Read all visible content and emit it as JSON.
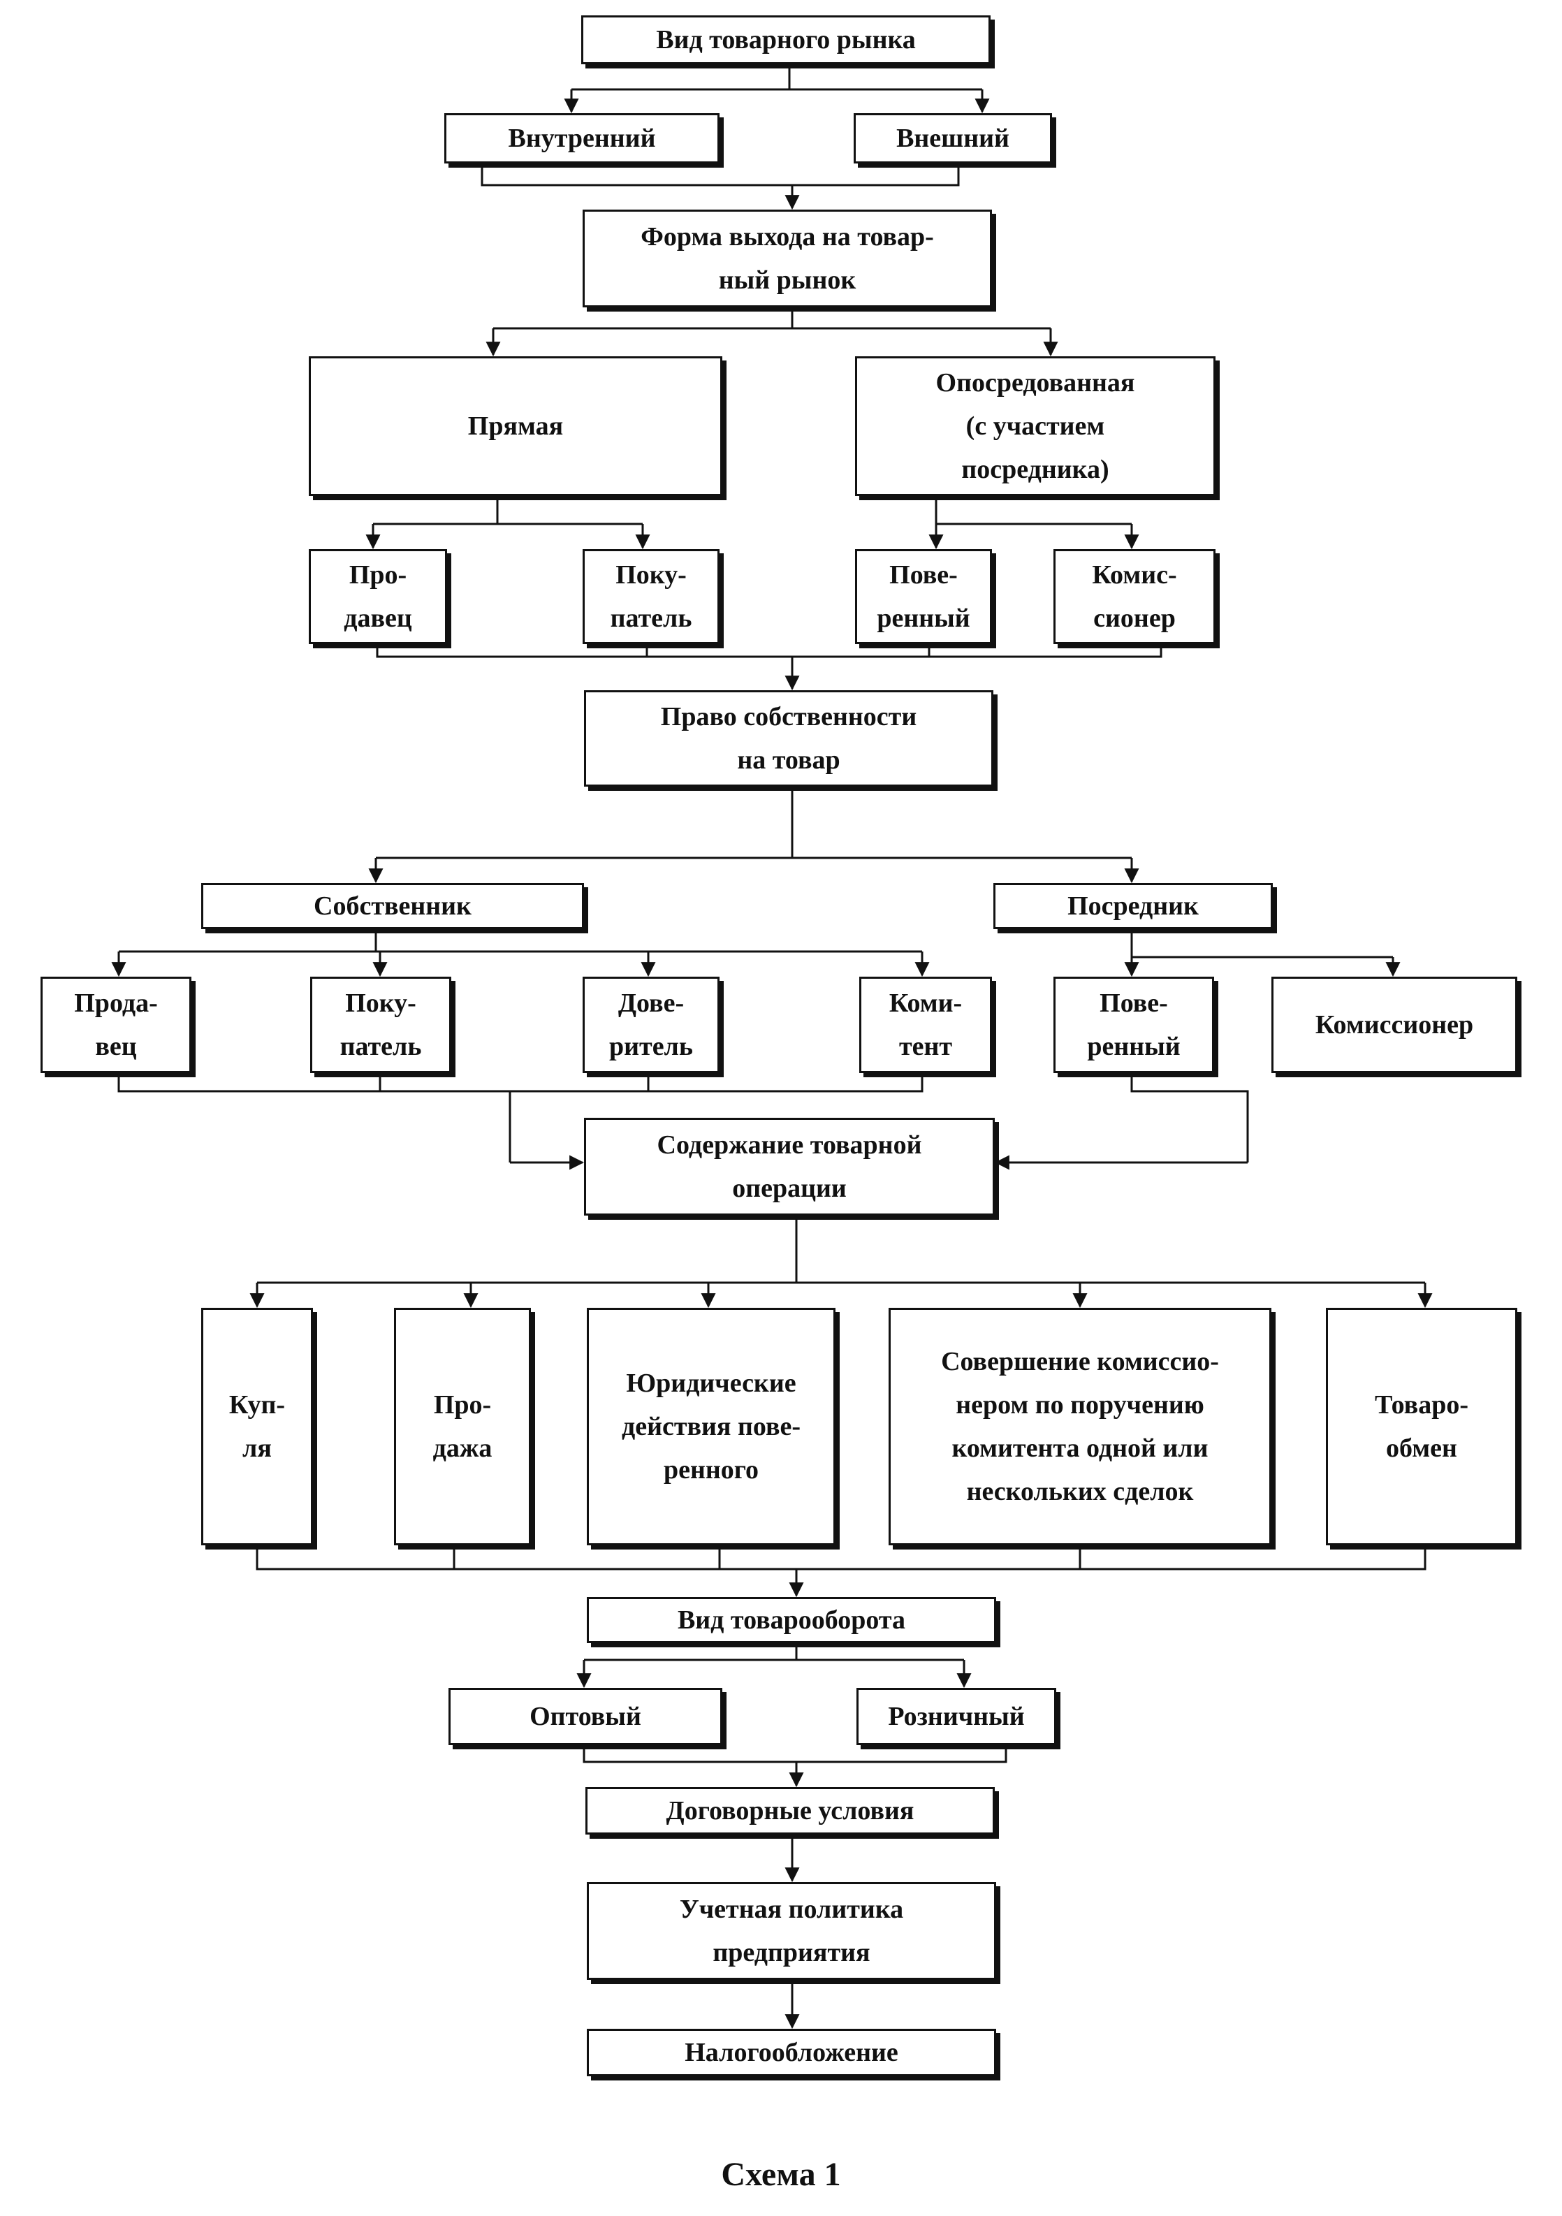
{
  "boxes": {
    "market_type": "Вид товарного рынка",
    "internal": "Внутренний",
    "external": "Внешний",
    "entry_form": "Форма выхода на товар-\nный рынок",
    "direct": "Прямая",
    "mediated": "Опосредованная\n(с участием\nпосредника)",
    "seller1": "Про-\nдавец",
    "buyer1": "Поку-\nпатель",
    "attorney1": "Пове-\nренный",
    "commission_agent1": "Комис-\nсионер",
    "ownership": "Право собственности\nна товар",
    "owner": "Собственник",
    "intermediary": "Посредник",
    "seller2": "Прода-\nвец",
    "buyer2": "Поку-\nпатель",
    "principal": "Дове-\nритель",
    "consignor": "Коми-\nтент",
    "attorney2": "Пове-\nренный",
    "commission_agent2": "Комиссионер",
    "operation_content": "Содержание товарной\nоперации",
    "purchase": "Куп-\nля",
    "sale": "Про-\nдажа",
    "legal_actions": "Юридические\nдействия пове-\nренного",
    "commission_deals": "Совершение комиссио-\nнером по поручению\nкомитента одной или\nнескольких сделок",
    "barter": "Товаро-\nобмен",
    "turnover_type": "Вид товарооборота",
    "wholesale": "Оптовый",
    "retail": "Розничный",
    "contract_terms": "Договорные условия",
    "accounting_policy": "Учетная политика\nпредприятия",
    "taxation": "Налогообложение"
  },
  "caption": "Схема 1"
}
